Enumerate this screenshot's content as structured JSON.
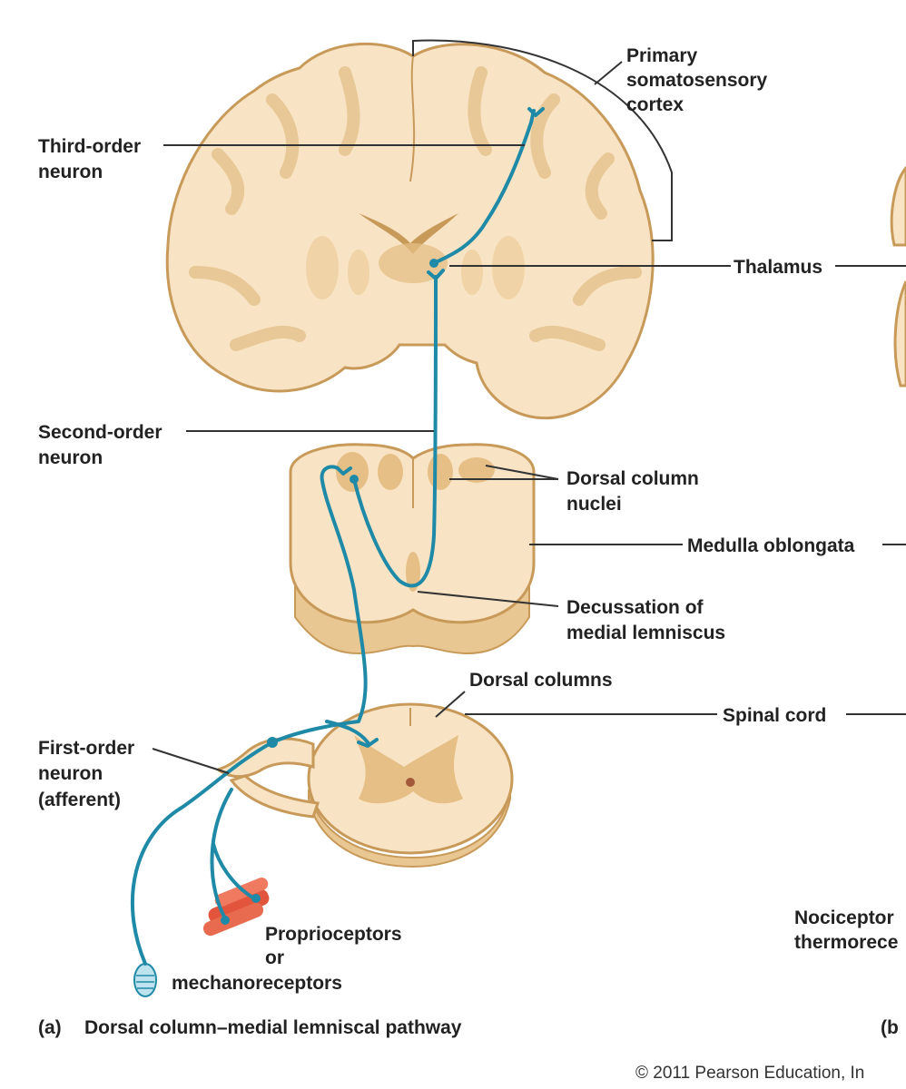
{
  "labels": {
    "primary_cortex": [
      "Primary",
      "somatosensory",
      "cortex"
    ],
    "third_order": [
      "Third-order",
      "neuron"
    ],
    "thalamus": "Thalamus",
    "second_order": [
      "Second-order",
      "neuron"
    ],
    "dorsal_column_nuclei": [
      "Dorsal column",
      "nuclei"
    ],
    "medulla": "Medulla oblongata",
    "decussation": [
      "Decussation of",
      "medial lemniscus"
    ],
    "dorsal_columns": "Dorsal columns",
    "spinal_cord": "Spinal cord",
    "first_order": [
      "First-order",
      "neuron",
      "(afferent)"
    ],
    "receptors": [
      "Proprioceptors",
      "or",
      "mechanoreceptors"
    ],
    "nociceptors_partial": [
      "Nociceptor",
      "thermorece"
    ]
  },
  "caption": {
    "part_a_letter": "(a)",
    "part_a_title": "Dorsal column–medial lemniscal pathway",
    "part_b_partial": "(b"
  },
  "copyright": "© 2011 Pearson Education, In",
  "colors": {
    "neuron": "#1f8aa7",
    "tissue": "#f8e4c4",
    "gray_matter": "#e6bf86",
    "outline": "#c89a5a",
    "muscle": "#e2553c"
  }
}
